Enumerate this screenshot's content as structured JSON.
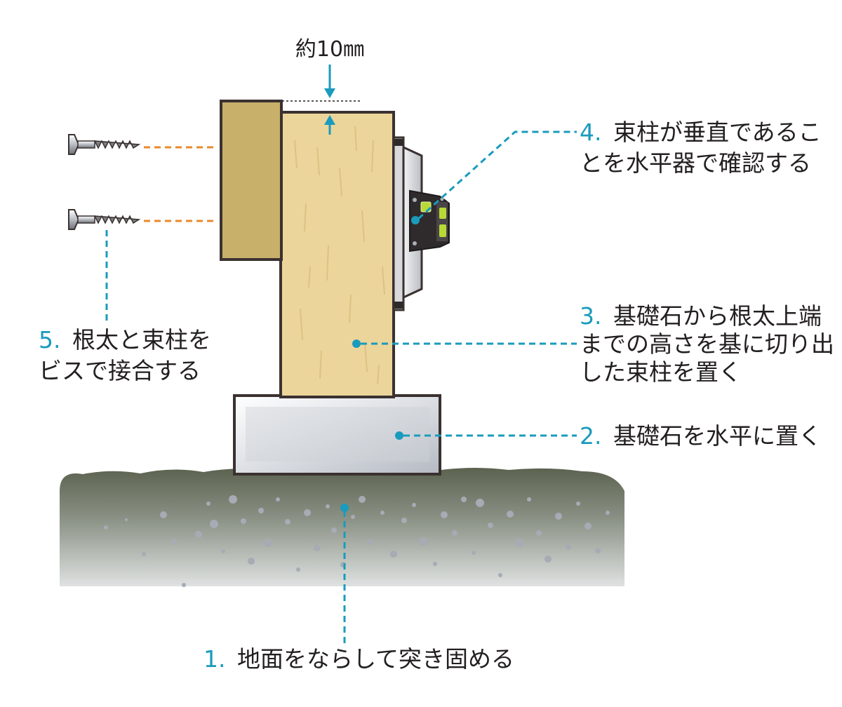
{
  "dimension": {
    "label": "約10㎜"
  },
  "steps": [
    {
      "number": "1.",
      "lines": [
        "地面をならして突き固める"
      ]
    },
    {
      "number": "2.",
      "lines": [
        "基礎石を水平に置く"
      ]
    },
    {
      "number": "3.",
      "lines": [
        "基礎石から根太上端",
        "までの高さを基に切り出",
        "した束柱を置く"
      ]
    },
    {
      "number": "4.",
      "lines": [
        "束柱が垂直であるこ",
        "とを水平器で確認する"
      ]
    },
    {
      "number": "5.",
      "lines": [
        "根太と束柱を",
        "ビスで接合する"
      ]
    }
  ],
  "colors": {
    "accent": "#1a9bbd",
    "screw_guide": "#e88a2d",
    "outline": "#3a3130",
    "post_wood": "#ecd59a",
    "joist_wood": "#c8b06a",
    "ground": "#5d6451",
    "level_bubble": "#b8d936"
  },
  "icons": {
    "screw": "screw-icon",
    "level": "spirit-level-icon"
  }
}
